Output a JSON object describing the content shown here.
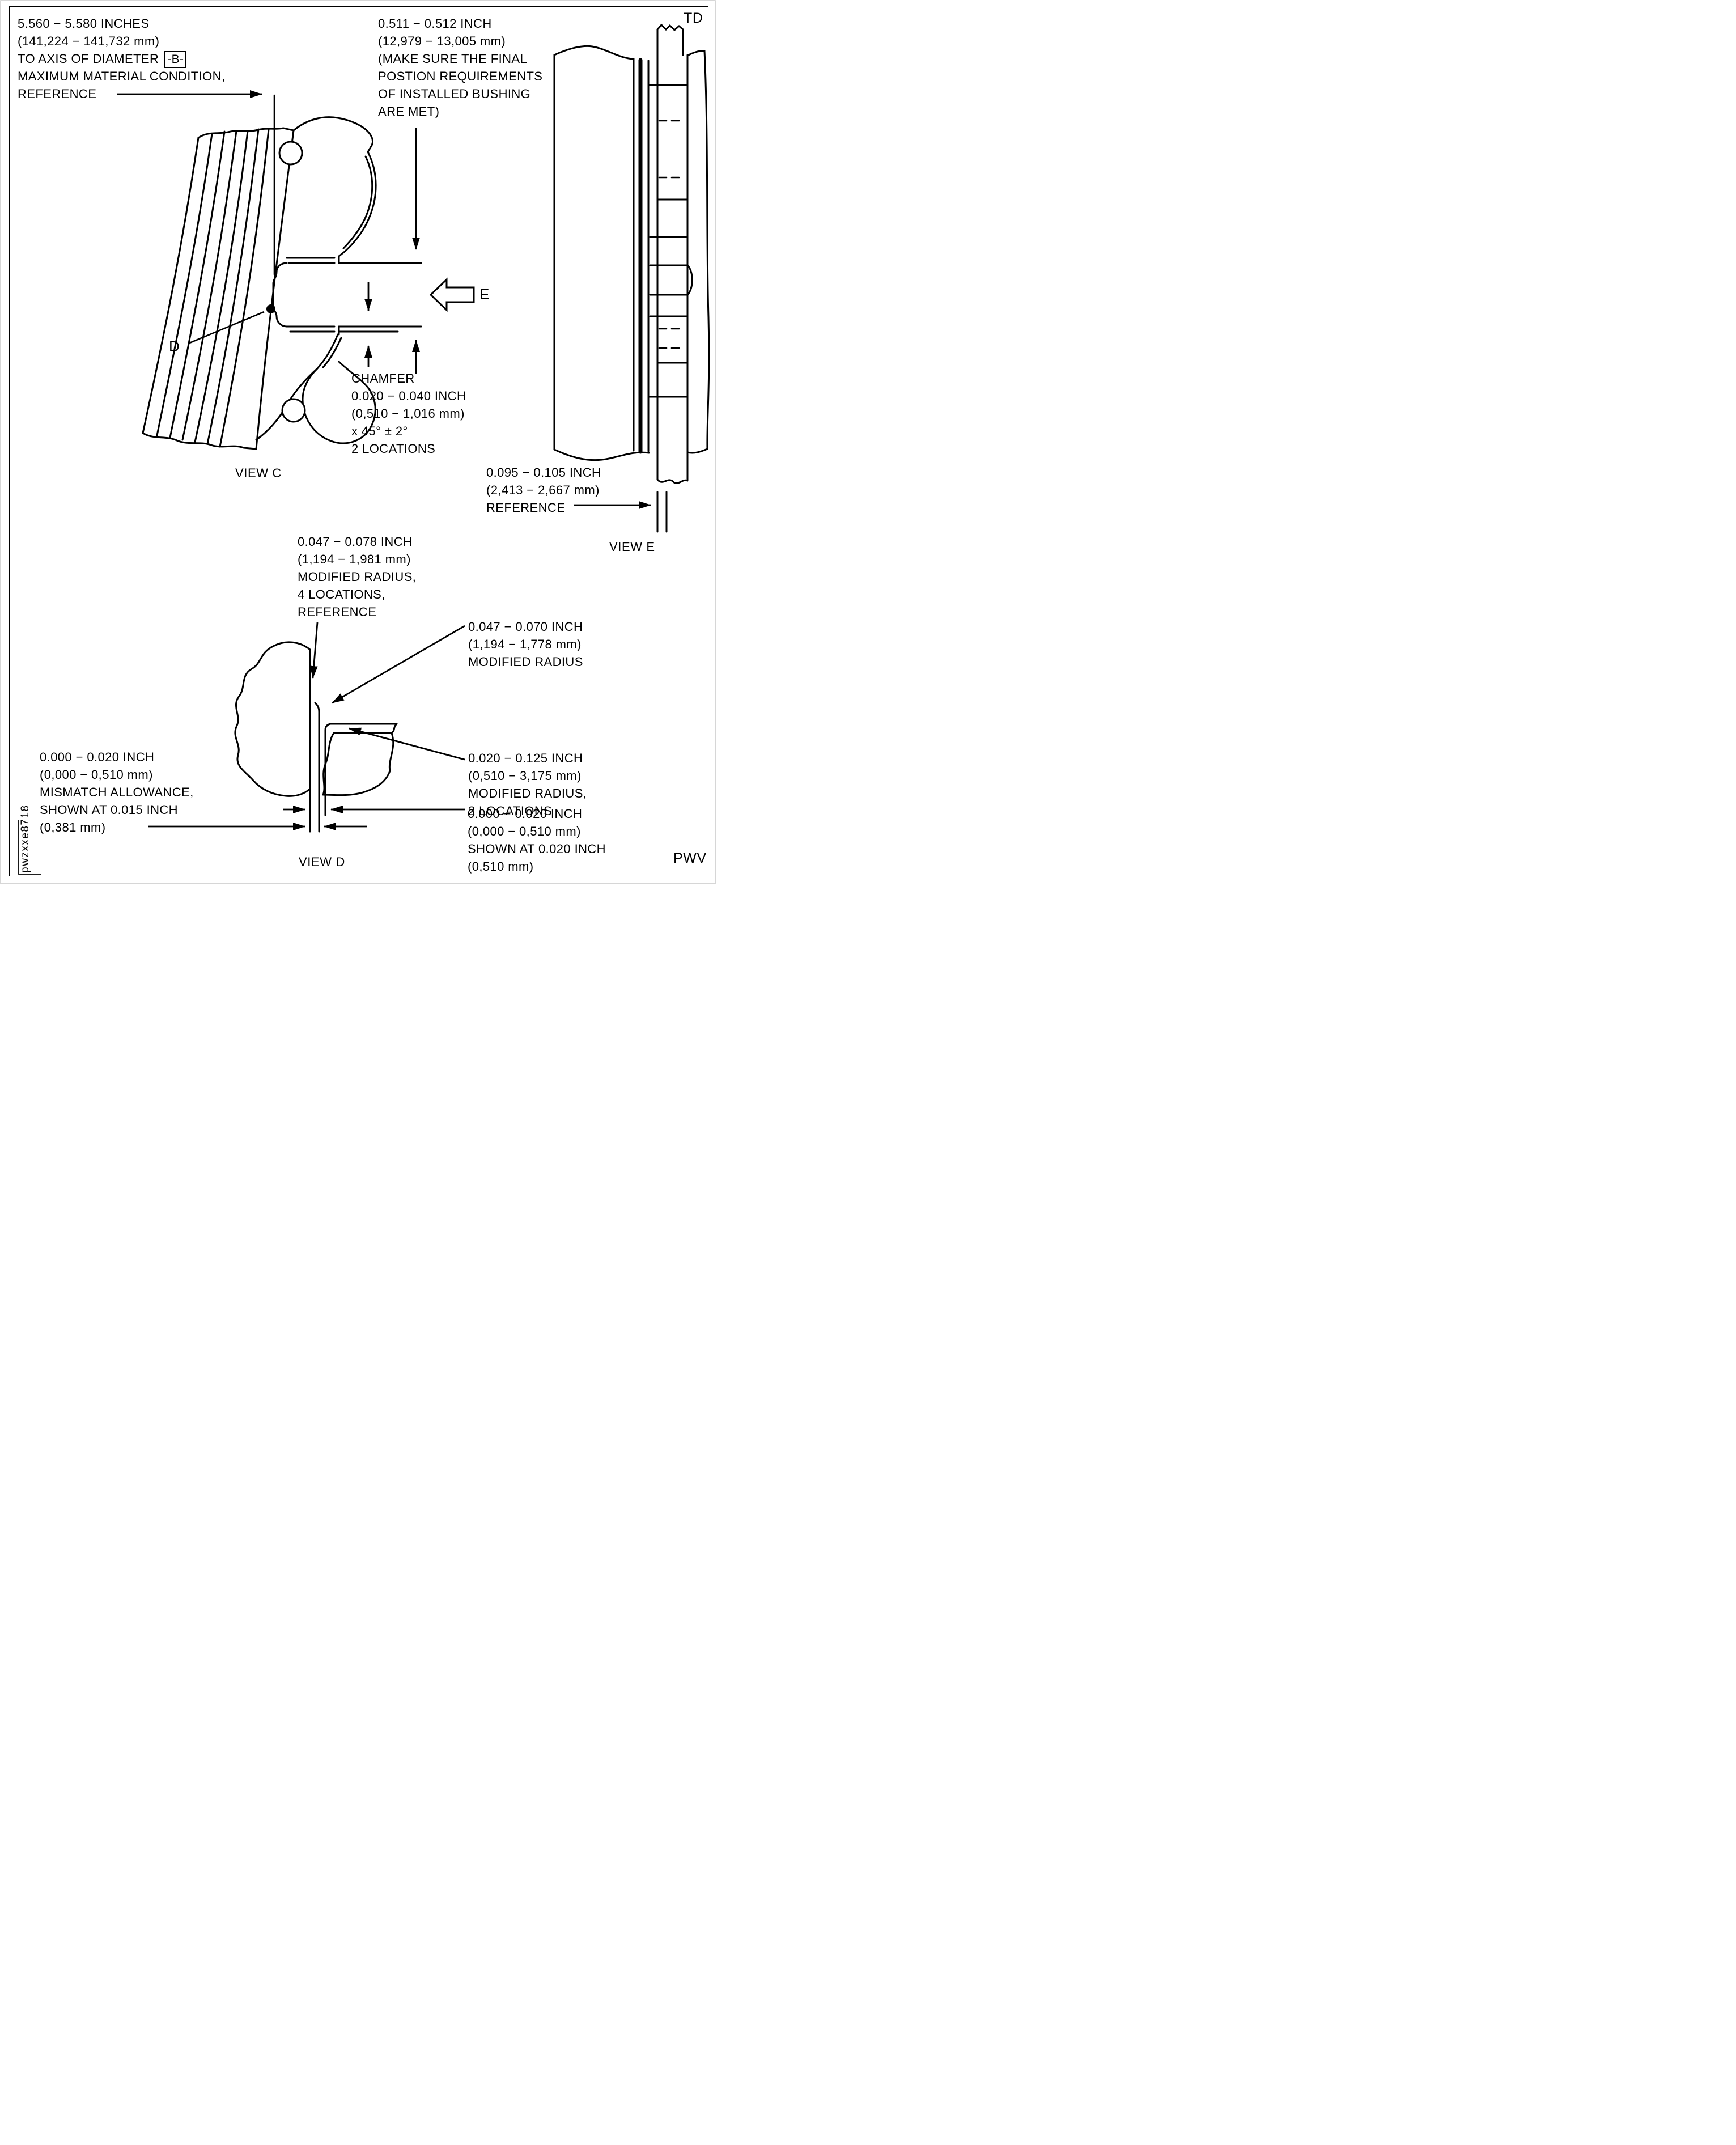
{
  "page": {
    "corner_code_top_right": "TD",
    "corner_code_bottom_right": "PWV",
    "figure_code": "pwzxxe8718"
  },
  "views": {
    "view_c_label": "VIEW C",
    "view_d_label": "VIEW D",
    "view_e_label": "VIEW E"
  },
  "detail_labels": {
    "d": "D",
    "e": "E"
  },
  "annotations": {
    "datum_note": {
      "lines": [
        "5.560 − 5.580 INCHES",
        "(141,224 − 141,732 mm)",
        "TO AXIS OF DIAMETER",
        "MAXIMUM MATERIAL CONDITION,",
        "REFERENCE"
      ],
      "datum_symbol": "-B-"
    },
    "bushing_position_note": {
      "lines": [
        "0.511 − 0.512 INCH",
        "(12,979 − 13,005 mm)",
        "(MAKE SURE THE FINAL",
        "POSTION REQUIREMENTS",
        "OF INSTALLED BUSHING",
        "ARE MET)"
      ]
    },
    "chamfer_note": {
      "lines": [
        "CHAMFER",
        "0.020 − 0.040 INCH",
        "(0,510 − 1,016 mm)",
        "x 45° ± 2°",
        "2 LOCATIONS"
      ]
    },
    "flange_reference_note": {
      "lines": [
        "0.095 − 0.105 INCH",
        "(2,413 − 2,667 mm)",
        "REFERENCE"
      ]
    },
    "radius_4loc_note": {
      "lines": [
        "0.047 − 0.078 INCH",
        "(1,194 − 1,981 mm)",
        "MODIFIED RADIUS,",
        "4 LOCATIONS,",
        "REFERENCE"
      ]
    },
    "radius_single_note": {
      "lines": [
        "0.047 − 0.070 INCH",
        "(1,194 − 1,778 mm)",
        "MODIFIED RADIUS"
      ]
    },
    "radius_2loc_note": {
      "lines": [
        "0.020 − 0.125 INCH",
        "(0,510 − 3,175 mm)",
        "MODIFIED RADIUS,",
        "2 LOCATIONS"
      ]
    },
    "mismatch_note": {
      "lines": [
        "0.000 − 0.020 INCH",
        "(0,000 − 0,510 mm)",
        "MISMATCH ALLOWANCE,",
        "SHOWN AT 0.015 INCH",
        "(0,381 mm)"
      ]
    },
    "shown_at_note": {
      "lines": [
        "0.000 − 0.020 INCH",
        "(0,000 − 0,510 mm)",
        "SHOWN AT 0.020 INCH",
        "(0,510 mm)"
      ]
    }
  },
  "colors": {
    "ink": "#000000",
    "paper": "#ffffff"
  }
}
